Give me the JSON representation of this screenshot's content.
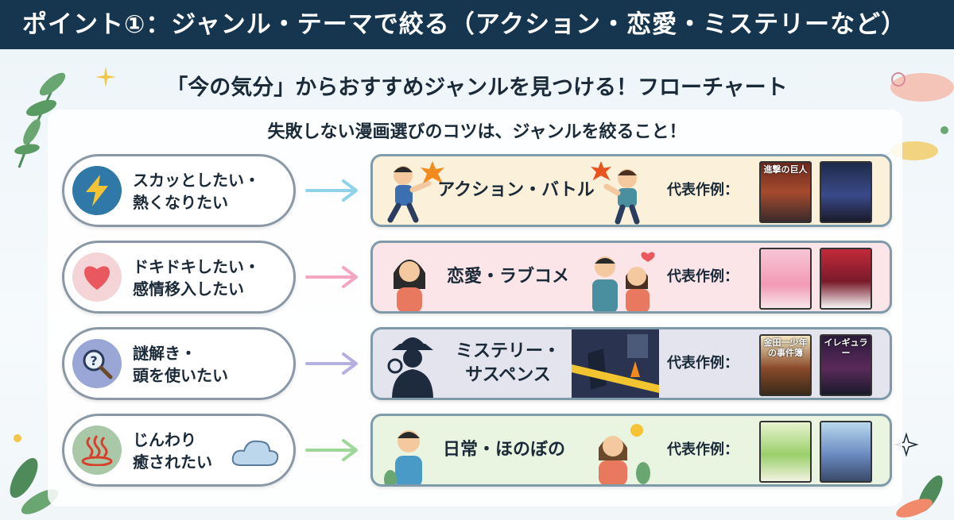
{
  "header": {
    "title": "ポイント①：ジャンル・テーマで絞る（アクション・恋愛・ミステリーなど）"
  },
  "flowchart": {
    "title": "「今の気分」からおすすめジャンルを見つける！フローチャート",
    "subtitle": "失敗しない漫画選びのコツは、ジャンルを絞ること！",
    "rep_label": "代表作例：",
    "rows": [
      {
        "mood_line1": "スカッとしたい・",
        "mood_line2": "熱くなりたい",
        "icon": "lightning-icon",
        "genre_line1": "アクション・バトル",
        "genre_line2": "",
        "covers": [
          "進撃の巨人",
          ""
        ],
        "color": "#fbf0d9"
      },
      {
        "mood_line1": "ドキドキしたい・",
        "mood_line2": "感情移入したい",
        "icon": "heart-icon",
        "genre_line1": "恋愛・ラブコメ",
        "genre_line2": "",
        "covers": [
          "",
          ""
        ],
        "color": "#fbe5e8"
      },
      {
        "mood_line1": "謎解き・",
        "mood_line2": "頭を使いたい",
        "icon": "magnifier-icon",
        "genre_line1": "ミステリー・",
        "genre_line2": "サスペンス",
        "covers": [
          "金田一少年の事件簿",
          "イレギュラー"
        ],
        "color": "#e4e4ef"
      },
      {
        "mood_line1": "じんわり",
        "mood_line2": "癒されたい",
        "icon": "hot-spring-icon",
        "genre_line1": "日常・ほのぼの",
        "genre_line2": "",
        "covers": [
          "",
          ""
        ],
        "color": "#e9f4e1"
      }
    ]
  },
  "colors": {
    "banner": "#16364f",
    "arrow_yellow": "#8fd3e8",
    "arrow_pink": "#f4a6c0",
    "arrow_purple": "#b5b0e0",
    "arrow_green": "#9fd79a"
  }
}
